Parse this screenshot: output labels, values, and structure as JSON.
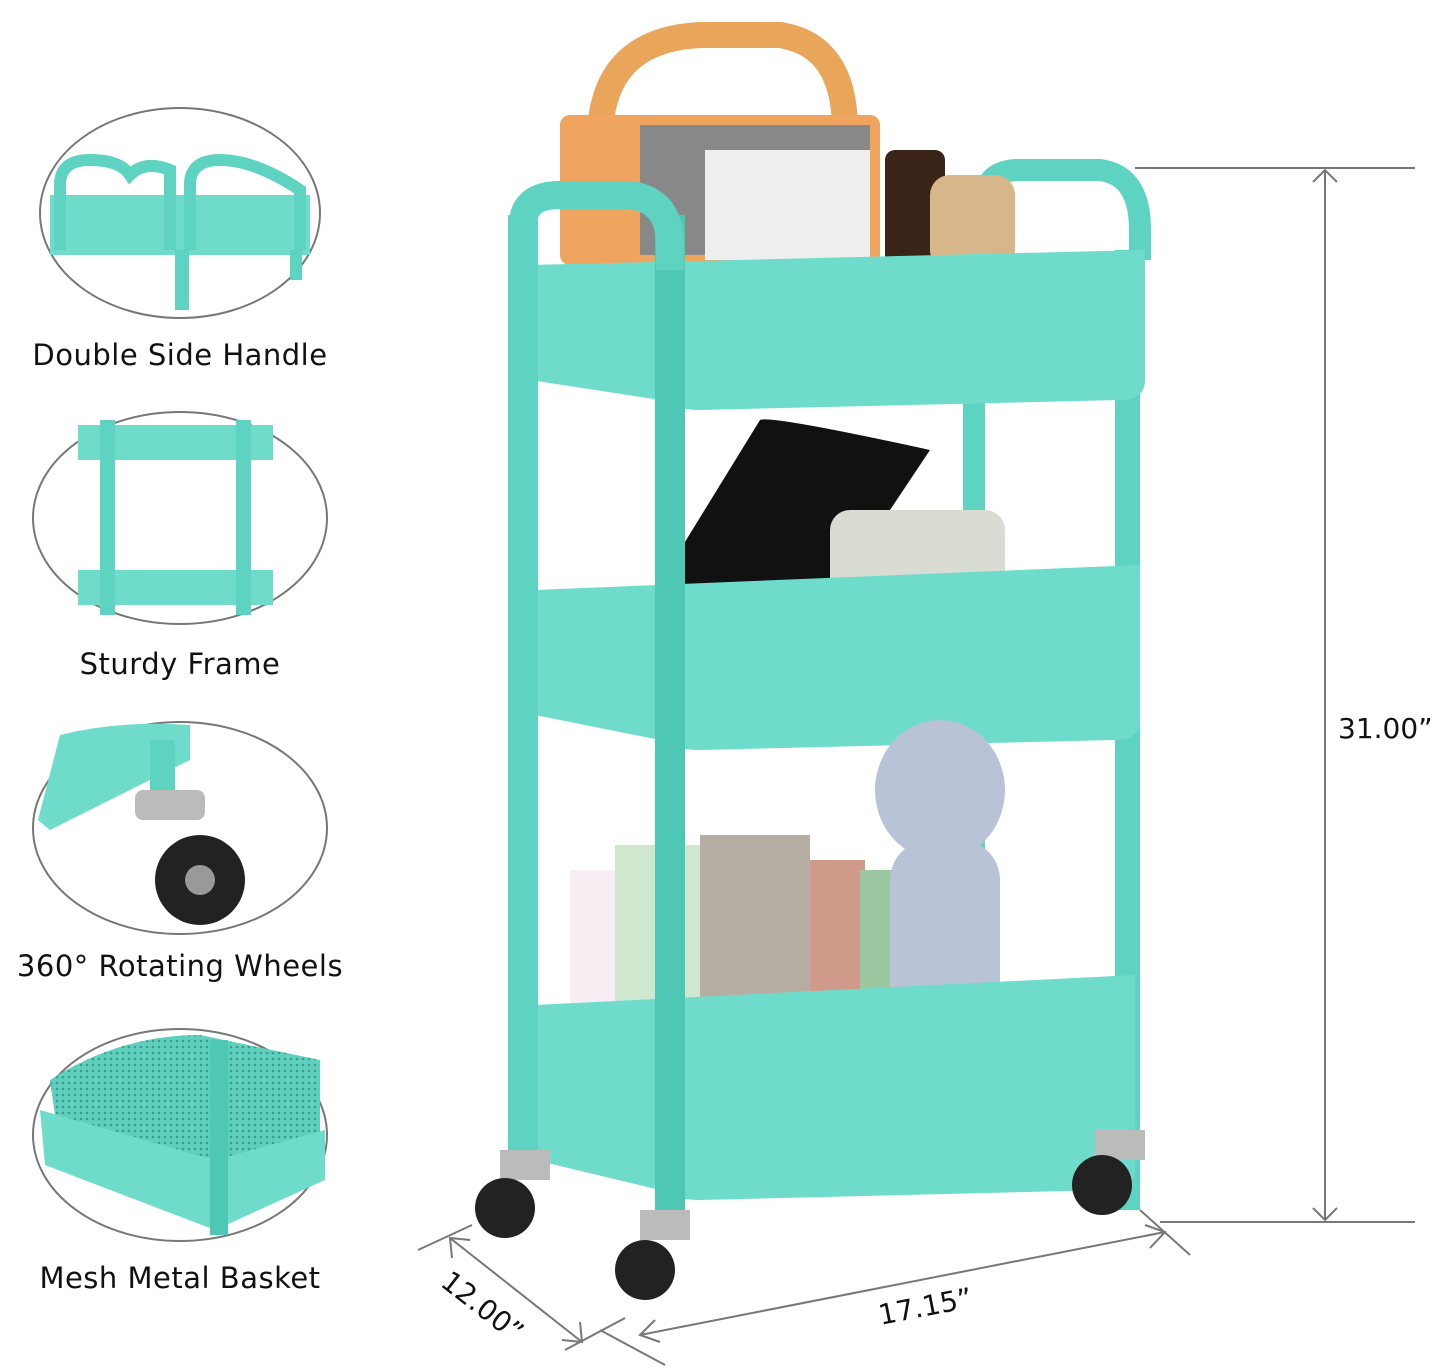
{
  "features": [
    {
      "label": "Double Side Handle",
      "icon": "handle-detail"
    },
    {
      "label": "Sturdy Frame",
      "icon": "frame-detail"
    },
    {
      "label": "360° Rotating Wheels",
      "icon": "wheel-detail"
    },
    {
      "label": "Mesh Metal Basket",
      "icon": "mesh-detail"
    }
  ],
  "dimensions": {
    "height": "31.00”",
    "width": "17.15”",
    "depth": "12.00”"
  },
  "colors": {
    "cart": "#6fdccb",
    "cart_shade": "#4fc7b5",
    "outline": "#777777"
  }
}
